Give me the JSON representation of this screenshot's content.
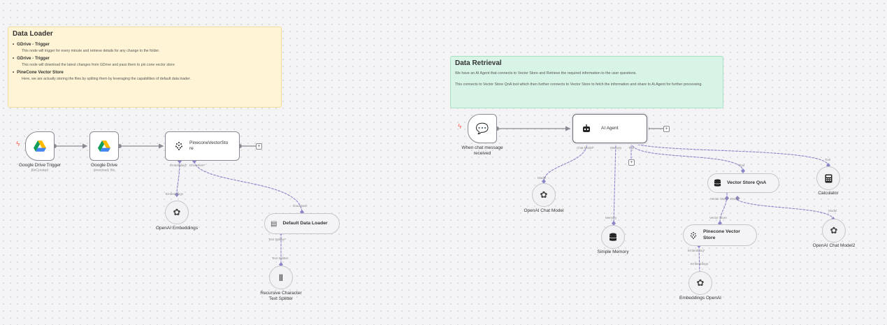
{
  "stickies": {
    "loader": {
      "title": "Data Loader",
      "items": [
        {
          "label": "GDrive - Trigger",
          "desc": "This node will trigger for every minute and retrieve details for any change to the folder."
        },
        {
          "label": "GDrive - Trigger",
          "desc": "This node will download the latest changes from GDrive and pass them to pin cone vector store"
        },
        {
          "label": "PineCone Vector Store",
          "desc": "Here, we are actually storing the files by spliting them by leveraging the capabilities of default data loader."
        }
      ]
    },
    "retrieval": {
      "title": "Data Retrieval",
      "p1": "We have an AI Agent that connects to Vector Store and Retrieve the required information to the user questions.",
      "p2": "This connects to Vector Store QnA tool which then further connects to Vector Store to fetch the information and share to Ai Agent for further processing."
    }
  },
  "nodes": {
    "gdrive_trigger": {
      "name": "Google Drive Trigger",
      "sub": "fileCreated"
    },
    "gdrive": {
      "name": "Google Drive",
      "sub": "download: file"
    },
    "pinecone_store": {
      "title_l1": "PineconeVectorSto",
      "title_l2": "re"
    },
    "openai_embeddings": {
      "name": "OpenAI Embeddings"
    },
    "default_loader": {
      "name": "Default Data Loader"
    },
    "text_splitter": {
      "name_l1": "Recursive Character",
      "name_l2": "Text Splitter"
    },
    "chat_trigger": {
      "name_l1": "When chat message",
      "name_l2": "received"
    },
    "ai_agent": {
      "name": "AI Agent"
    },
    "openai_chat": {
      "name": "OpenAI Chat Model"
    },
    "memory": {
      "name": "Simple Memory"
    },
    "vs_qna": {
      "name": "Vector Store QnA"
    },
    "calculator": {
      "name": "Calculator"
    },
    "pinecone_vs2": {
      "name_l1": "Pinecone Vector",
      "name_l2": "Store"
    },
    "openai_chat2": {
      "name": "OpenAI Chat Model2"
    },
    "embeddings_openai": {
      "name": "Embeddings OpenAI"
    }
  },
  "ports": {
    "embedding_star": "Embedding*",
    "document_star": "Document*",
    "embeddings": "Embeddings",
    "document": "Document",
    "text_splitter_star": "Text Splitter*",
    "text_splitter": "Text Splitter",
    "chat_model_star": "Chat Model*",
    "memory": "Memory",
    "tool": "Tool",
    "model": "Model",
    "vector_store_star": "Vector Store*",
    "model_star": "Model*",
    "vector_store": "Vector Store",
    "embedding_star2": "Embedding*"
  },
  "colors": {
    "accent": "#ff6d5a",
    "edge_ai": "#8b86c9",
    "edge_main": "#8a8a94"
  }
}
